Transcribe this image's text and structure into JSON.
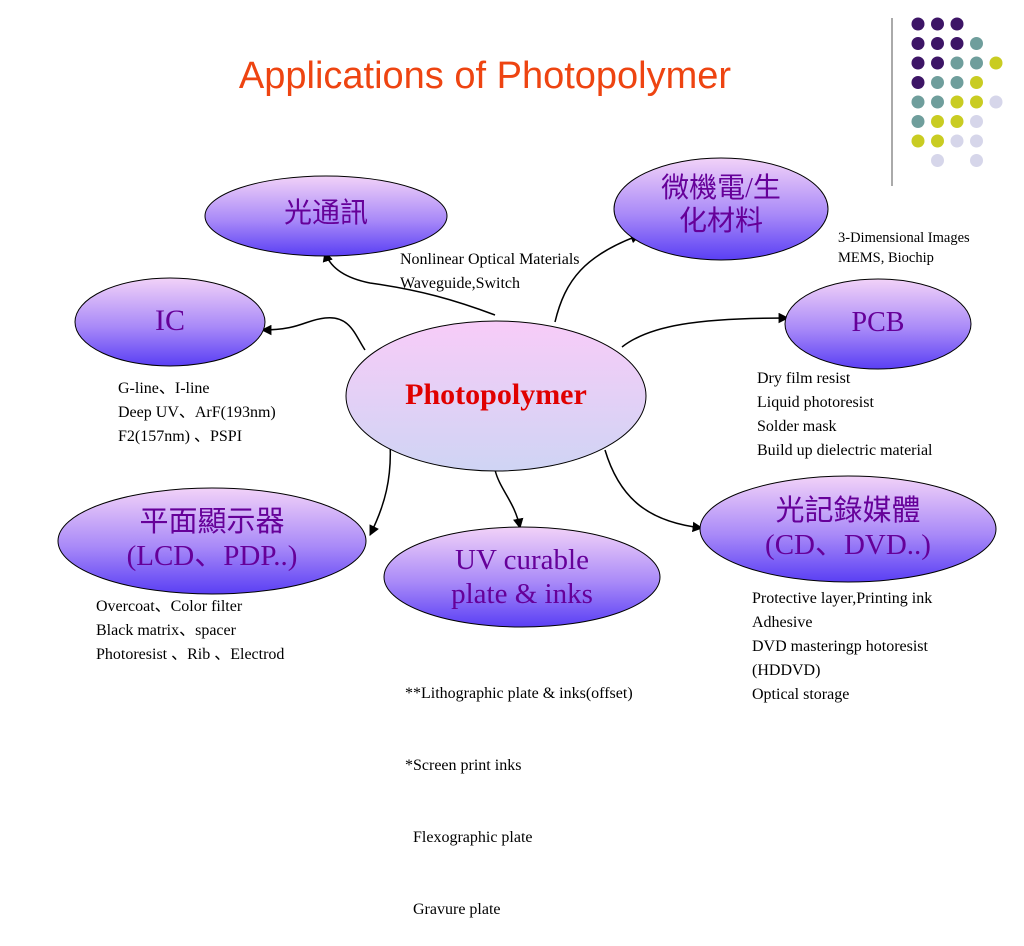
{
  "title": "Applications of Photopolymer",
  "colors": {
    "title": "#ee4411",
    "center_label": "#e00000",
    "node_text": "#660099",
    "dots": [
      "#3d1566",
      "#6f9e9c",
      "#c9cc22",
      "#d6d6ea"
    ]
  },
  "center": {
    "label": "Photopolymer"
  },
  "nodes": {
    "optical_comm": {
      "lines": [
        "光通訊"
      ]
    },
    "mems_bio": {
      "lines": [
        "微機電/生",
        "化材料"
      ]
    },
    "ic": {
      "lines": [
        "IC"
      ]
    },
    "pcb": {
      "lines": [
        "PCB"
      ]
    },
    "display": {
      "lines": [
        "平面顯示器",
        "(LCD、PDP..)"
      ]
    },
    "uv_curable": {
      "lines": [
        "UV curable",
        "plate & inks"
      ]
    },
    "optical_storage": {
      "lines": [
        "光記錄媒體",
        "(CD、DVD..)"
      ]
    }
  },
  "notes": {
    "optical_comm": [
      "Nonlinear Optical Materials",
      "Waveguide,Switch"
    ],
    "mems_bio": [
      "3-Dimensional Images",
      "MEMS, Biochip"
    ],
    "ic": [
      "G-line、I-line",
      "Deep UV、ArF(193nm)",
      "F2(157nm) 、PSPI"
    ],
    "pcb": [
      "Dry film resist",
      "Liquid photoresist",
      "Solder mask",
      "Build up dielectric material"
    ],
    "display": [
      "Overcoat、Color filter",
      "Black matrix、spacer",
      "Photoresist 、Rib 、Electrod"
    ],
    "uv_curable": [
      "**Lithographic plate & inks(offset)",
      "*Screen print inks",
      "  Flexographic plate",
      "  Gravure plate"
    ],
    "optical_storage": [
      "Protective layer,Printing ink",
      "Adhesive",
      "DVD masteringp hotoresist",
      "(HDDVD)",
      "Optical storage"
    ]
  }
}
